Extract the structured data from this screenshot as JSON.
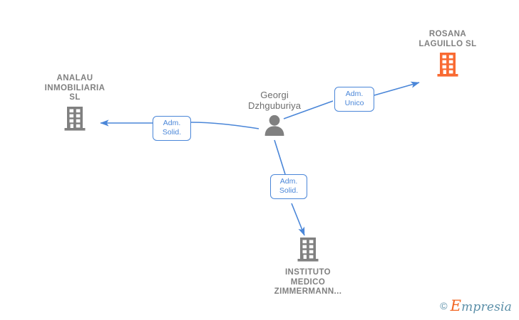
{
  "diagram": {
    "title": "Corporate relationship graph",
    "colors": {
      "edge": "#4a86d8",
      "label_text": "#4a86d8",
      "node_gray": "#808080",
      "node_orange": "#f96a32",
      "background": "#ffffff"
    },
    "nodes": [
      {
        "id": "rosana",
        "label": "ROSANA\nLAGUILLO  SL",
        "icon": "building-icon",
        "icon_color": "#f96a32",
        "label_position": "above"
      },
      {
        "id": "analau",
        "label": "ANALAU\nINMOBILIARIA\nSL",
        "icon": "building-icon",
        "icon_color": "#808080",
        "label_position": "above"
      },
      {
        "id": "person",
        "label": "Georgi\nDzhguburiya",
        "icon": "person-icon",
        "icon_color": "#808080",
        "label_position": "above"
      },
      {
        "id": "instituto",
        "label": "INSTITUTO\nMEDICO\nZIMMERMANN...",
        "icon": "building-icon",
        "icon_color": "#808080",
        "label_position": "below"
      }
    ],
    "edges": [
      {
        "id": "person-to-rosana",
        "from": "person",
        "to": "rosana",
        "label": "Adm.\nUnico"
      },
      {
        "id": "person-to-analau",
        "from": "person",
        "to": "analau",
        "label": "Adm.\nSolid."
      },
      {
        "id": "person-to-instituto",
        "from": "person",
        "to": "instituto",
        "label": "Adm.\nSolid."
      }
    ]
  },
  "watermark": {
    "copyright": "©",
    "brand_initial": "E",
    "brand_rest": "mpresia"
  }
}
